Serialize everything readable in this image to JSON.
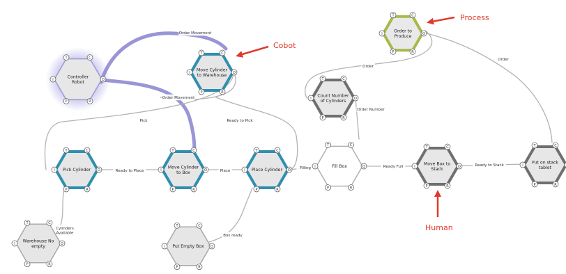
{
  "nodes": [
    {
      "id": "controller",
      "label": [
        "Controller",
        "Robot"
      ],
      "kind": "controller",
      "fill": "#e7e7e7",
      "stroke": "#9b9bd6",
      "glow": "#8a86d8",
      "ports": [
        "T",
        "C",
        "I",
        "O",
        "P",
        "R"
      ]
    },
    {
      "id": "move_cyl_wh",
      "label": [
        "Move Cylinder",
        "to Warehouse"
      ],
      "kind": "cobot",
      "fill": "#e6e6e6",
      "stroke": "#2f8fb0",
      "ports": [
        "T",
        "C",
        "I",
        "O",
        "P",
        "R"
      ]
    },
    {
      "id": "order_prod",
      "label": [
        "Order to",
        "Produce"
      ],
      "kind": "process",
      "fill": "#e9e9e9",
      "stroke": "#a8b84a",
      "ports": [
        "T",
        "C",
        "I",
        "O",
        "P",
        "R"
      ]
    },
    {
      "id": "count_cyl",
      "label": [
        "Count Number",
        "of Cylinders"
      ],
      "kind": "human",
      "fill": "#e7e7e7",
      "stroke": "#6f6f6f",
      "ports": [
        "T",
        "C",
        "I",
        "O",
        "P",
        "R"
      ]
    },
    {
      "id": "pick_cyl",
      "label": [
        "Pick Cylinder"
      ],
      "kind": "cobot",
      "fill": "#e6e6e6",
      "stroke": "#2f8fb0",
      "ports": [
        "T",
        "C",
        "I",
        "O",
        "P",
        "R"
      ]
    },
    {
      "id": "move_cyl_box",
      "label": [
        "Move Cylinder",
        "to Box"
      ],
      "kind": "cobot",
      "fill": "#e6e6e6",
      "stroke": "#2f8fb0",
      "ports": [
        "T",
        "C",
        "I",
        "O",
        "P",
        "R"
      ]
    },
    {
      "id": "place_cyl",
      "label": [
        "Place Cylinder"
      ],
      "kind": "cobot",
      "fill": "#e6e6e6",
      "stroke": "#2f8fb0",
      "ports": [
        "T",
        "C",
        "I",
        "O",
        "P",
        "R"
      ]
    },
    {
      "id": "fill_box",
      "label": [
        "Fill Box"
      ],
      "kind": "plain",
      "fill": "#ffffff",
      "stroke": "#b0b0b0",
      "ports": [
        "T",
        "C",
        "I",
        "O",
        "P",
        "R"
      ]
    },
    {
      "id": "move_box_stack",
      "label": [
        "Move Box to",
        "Stack"
      ],
      "kind": "human",
      "fill": "#e7e7e7",
      "stroke": "#6f6f6f",
      "ports": [
        "T",
        "C",
        "I",
        "O",
        "P",
        "R"
      ]
    },
    {
      "id": "put_stack",
      "label": [
        "Put on stack",
        "tablet"
      ],
      "kind": "human",
      "fill": "#e7e7e7",
      "stroke": "#6f6f6f",
      "ports": [
        "T",
        "C",
        "I",
        "O",
        "P",
        "R"
      ]
    },
    {
      "id": "wh_not_empty",
      "label": [
        "Warehouse No",
        "empty"
      ],
      "kind": "resource",
      "fill": "#e6e6e6",
      "stroke": "#a9a9a9",
      "ports": [
        "T",
        "C",
        "I",
        "O",
        "P",
        "R"
      ]
    },
    {
      "id": "put_empty_box",
      "label": [
        "Put Empty Box"
      ],
      "kind": "resource",
      "fill": "#e6e6e6",
      "stroke": "#a9a9a9",
      "ports": [
        "T",
        "C",
        "I",
        "O",
        "P",
        "R"
      ]
    }
  ],
  "edges": [
    {
      "id": "e_order_movement_top",
      "from": "controller",
      "to": "move_cyl_wh",
      "label": "Order Movement",
      "style": "control"
    },
    {
      "id": "e_ctrl_to_movebox",
      "from": "controller",
      "to": "move_cyl_box",
      "label": "",
      "style": "control"
    },
    {
      "id": "e_order_movement",
      "from": "move_cyl_wh",
      "to": "pick_cyl",
      "label": "Order Movement",
      "style": "normal"
    },
    {
      "id": "e_pick",
      "from": "move_cyl_wh",
      "to": "pick_cyl",
      "label": "Pick",
      "style": "normal"
    },
    {
      "id": "e_ready_to_pick",
      "from": "move_cyl_wh",
      "to": "place_cyl",
      "label": "Ready to Pick",
      "style": "normal"
    },
    {
      "id": "e_ready_to_place",
      "from": "pick_cyl",
      "to": "move_cyl_box",
      "label": "Ready to Place",
      "style": "normal"
    },
    {
      "id": "e_place",
      "from": "move_cyl_box",
      "to": "place_cyl",
      "label": "Place",
      "style": "normal"
    },
    {
      "id": "e_filling",
      "from": "place_cyl",
      "to": "fill_box",
      "label": "Filling",
      "style": "normal"
    },
    {
      "id": "e_ready_full",
      "from": "fill_box",
      "to": "move_box_stack",
      "label": "Ready Full",
      "style": "normal"
    },
    {
      "id": "e_ready_to_stack",
      "from": "move_box_stack",
      "to": "put_stack",
      "label": "Ready to Stack",
      "style": "normal"
    },
    {
      "id": "e_order_1",
      "from": "order_prod",
      "to": "count_cyl",
      "label": "Order",
      "style": "normal"
    },
    {
      "id": "e_order_2",
      "from": "order_prod",
      "to": "put_stack",
      "label": "Order",
      "style": "normal"
    },
    {
      "id": "e_order_number",
      "from": "count_cyl",
      "to": "fill_box",
      "label": "Order Number",
      "style": "normal"
    },
    {
      "id": "e_cyl_available",
      "from": "wh_not_empty",
      "to": "pick_cyl",
      "label": "Cylinders Available",
      "style": "normal"
    },
    {
      "id": "e_box_ready",
      "from": "put_empty_box",
      "to": "place_cyl",
      "label": "Box ready",
      "style": "normal"
    }
  ],
  "annotations": [
    {
      "id": "cobot",
      "text": "Cobot",
      "target": "move_cyl_wh"
    },
    {
      "id": "process",
      "text": "Process",
      "target": "order_prod"
    },
    {
      "id": "human",
      "text": "Human",
      "target": "move_box_stack"
    }
  ],
  "colors": {
    "annotation": "#e0392b",
    "edge": "#b3b3b3",
    "control_edge": "#8e8ad2",
    "label": "#333333"
  }
}
